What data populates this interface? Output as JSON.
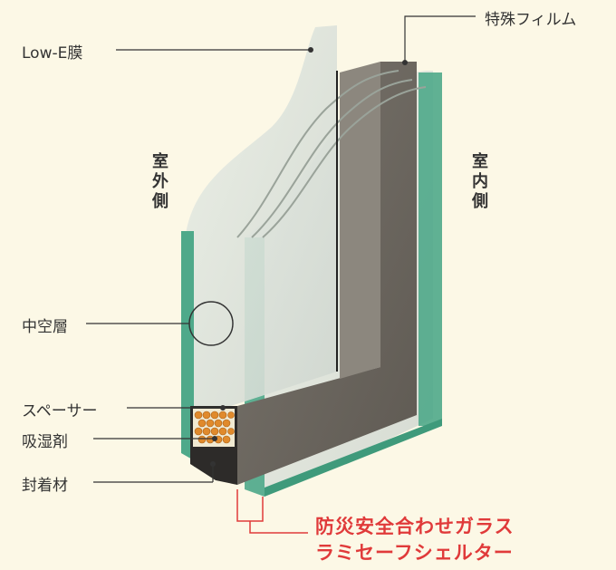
{
  "labels": {
    "low_e": "Low-E膜",
    "special_film": "特殊フィルム",
    "outdoor": "室外側",
    "indoor": "室内側",
    "hollow_layer": "中空層",
    "spacer": "スペーサー",
    "desiccant": "吸湿剤",
    "sealant": "封着材"
  },
  "product": {
    "line1": "防災安全合わせガラス",
    "line2": "ラミセーフシェルター"
  },
  "colors": {
    "background": "#fcf8e6",
    "glass_edge": "#4fa98a",
    "frame": "#6e6a63",
    "accent": "#e03a3a"
  }
}
